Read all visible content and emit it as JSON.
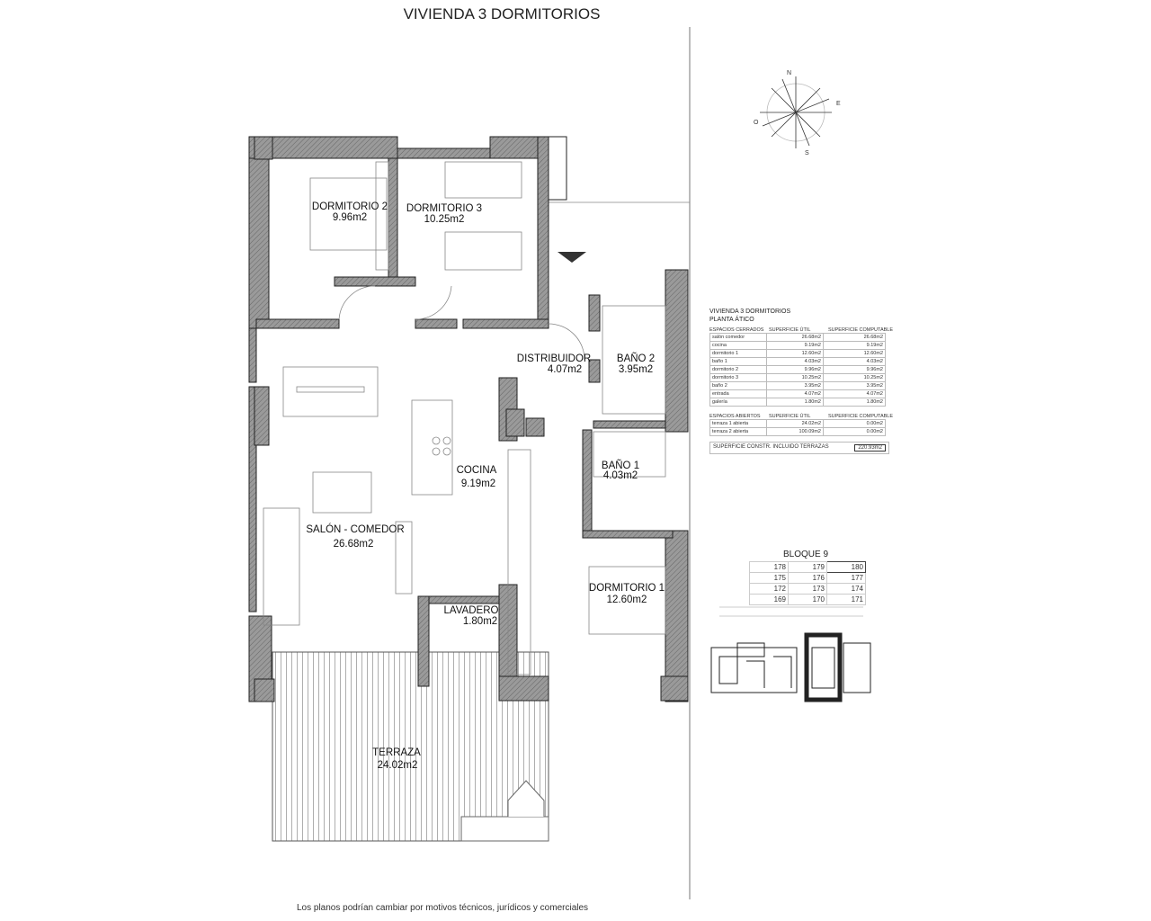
{
  "title": "VIVIENDA 3 DORMITORIOS",
  "footer": "Los planos podrían cambiar por motivos técnicos, jurídicos y comerciales",
  "rooms": {
    "dormitorio2": {
      "name": "DORMITORIO 2",
      "area": "9.96m2"
    },
    "dormitorio3": {
      "name": "DORMITORIO 3",
      "area": "10.25m2"
    },
    "distribuidor": {
      "name": "DISTRIBUIDOR",
      "area": "4.07m2"
    },
    "bano2": {
      "name": "BAÑO 2",
      "area": "3.95m2"
    },
    "bano1": {
      "name": "BAÑO 1",
      "area": "4.03m2"
    },
    "cocina": {
      "name": "COCINA",
      "area": "9.19m2"
    },
    "salon": {
      "name": "SALÓN - COMEDOR",
      "area": "26.68m2"
    },
    "lavadero": {
      "name": "LAVADERO",
      "area": "1.80m2"
    },
    "dormitorio1": {
      "name": "DORMITORIO 1",
      "area": "12.60m2"
    },
    "terraza": {
      "name": "TERRAZA",
      "area": "24.02m2"
    }
  },
  "summary": {
    "heading1": "VIVIENDA 3 DORMITORIOS",
    "heading2": "PLANTA ÁTICO",
    "closed_header": [
      "ESPACIOS CERRADOS",
      "SUPERFICIE ÚTIL",
      "SUPERFICIE COMPUTABLE"
    ],
    "closed_rows": [
      [
        "salón comedor",
        "26.68m2",
        "26.68m2"
      ],
      [
        "cocina",
        "9.19m2",
        "9.19m2"
      ],
      [
        "dormitorio 1",
        "12.60m2",
        "12.60m2"
      ],
      [
        "baño 1",
        "4.03m2",
        "4.03m2"
      ],
      [
        "dormitorio 2",
        "9.96m2",
        "9.96m2"
      ],
      [
        "dormitorio 3",
        "10.25m2",
        "10.25m2"
      ],
      [
        "baño 2",
        "3.95m2",
        "3.95m2"
      ],
      [
        "entrada",
        "4.07m2",
        "4.07m2"
      ],
      [
        "galería",
        "1.80m2",
        "1.80m2"
      ]
    ],
    "open_header": [
      "ESPACIOS ABIERTOS",
      "SUPERFICIE ÚTIL",
      "SUPERFICIE COMPUTABLE"
    ],
    "open_rows": [
      [
        "terraza 1 abierta",
        "24.02m2",
        "0.00m2"
      ],
      [
        "terraza 2 abierta",
        "100.09m2",
        "0.00m2"
      ]
    ],
    "total_label": "SUPERFICIE CONSTR. INCLUIDO TERRAZAS",
    "total_value": "220.93m2"
  },
  "bloque": {
    "title": "BLOQUE 9",
    "rows": [
      [
        "178",
        "179",
        "180"
      ],
      [
        "175",
        "176",
        "177"
      ],
      [
        "172",
        "173",
        "174"
      ],
      [
        "169",
        "170",
        "171"
      ]
    ],
    "selected": "180"
  },
  "compass": {
    "labels": [
      "N",
      "E",
      "S",
      "O"
    ]
  }
}
